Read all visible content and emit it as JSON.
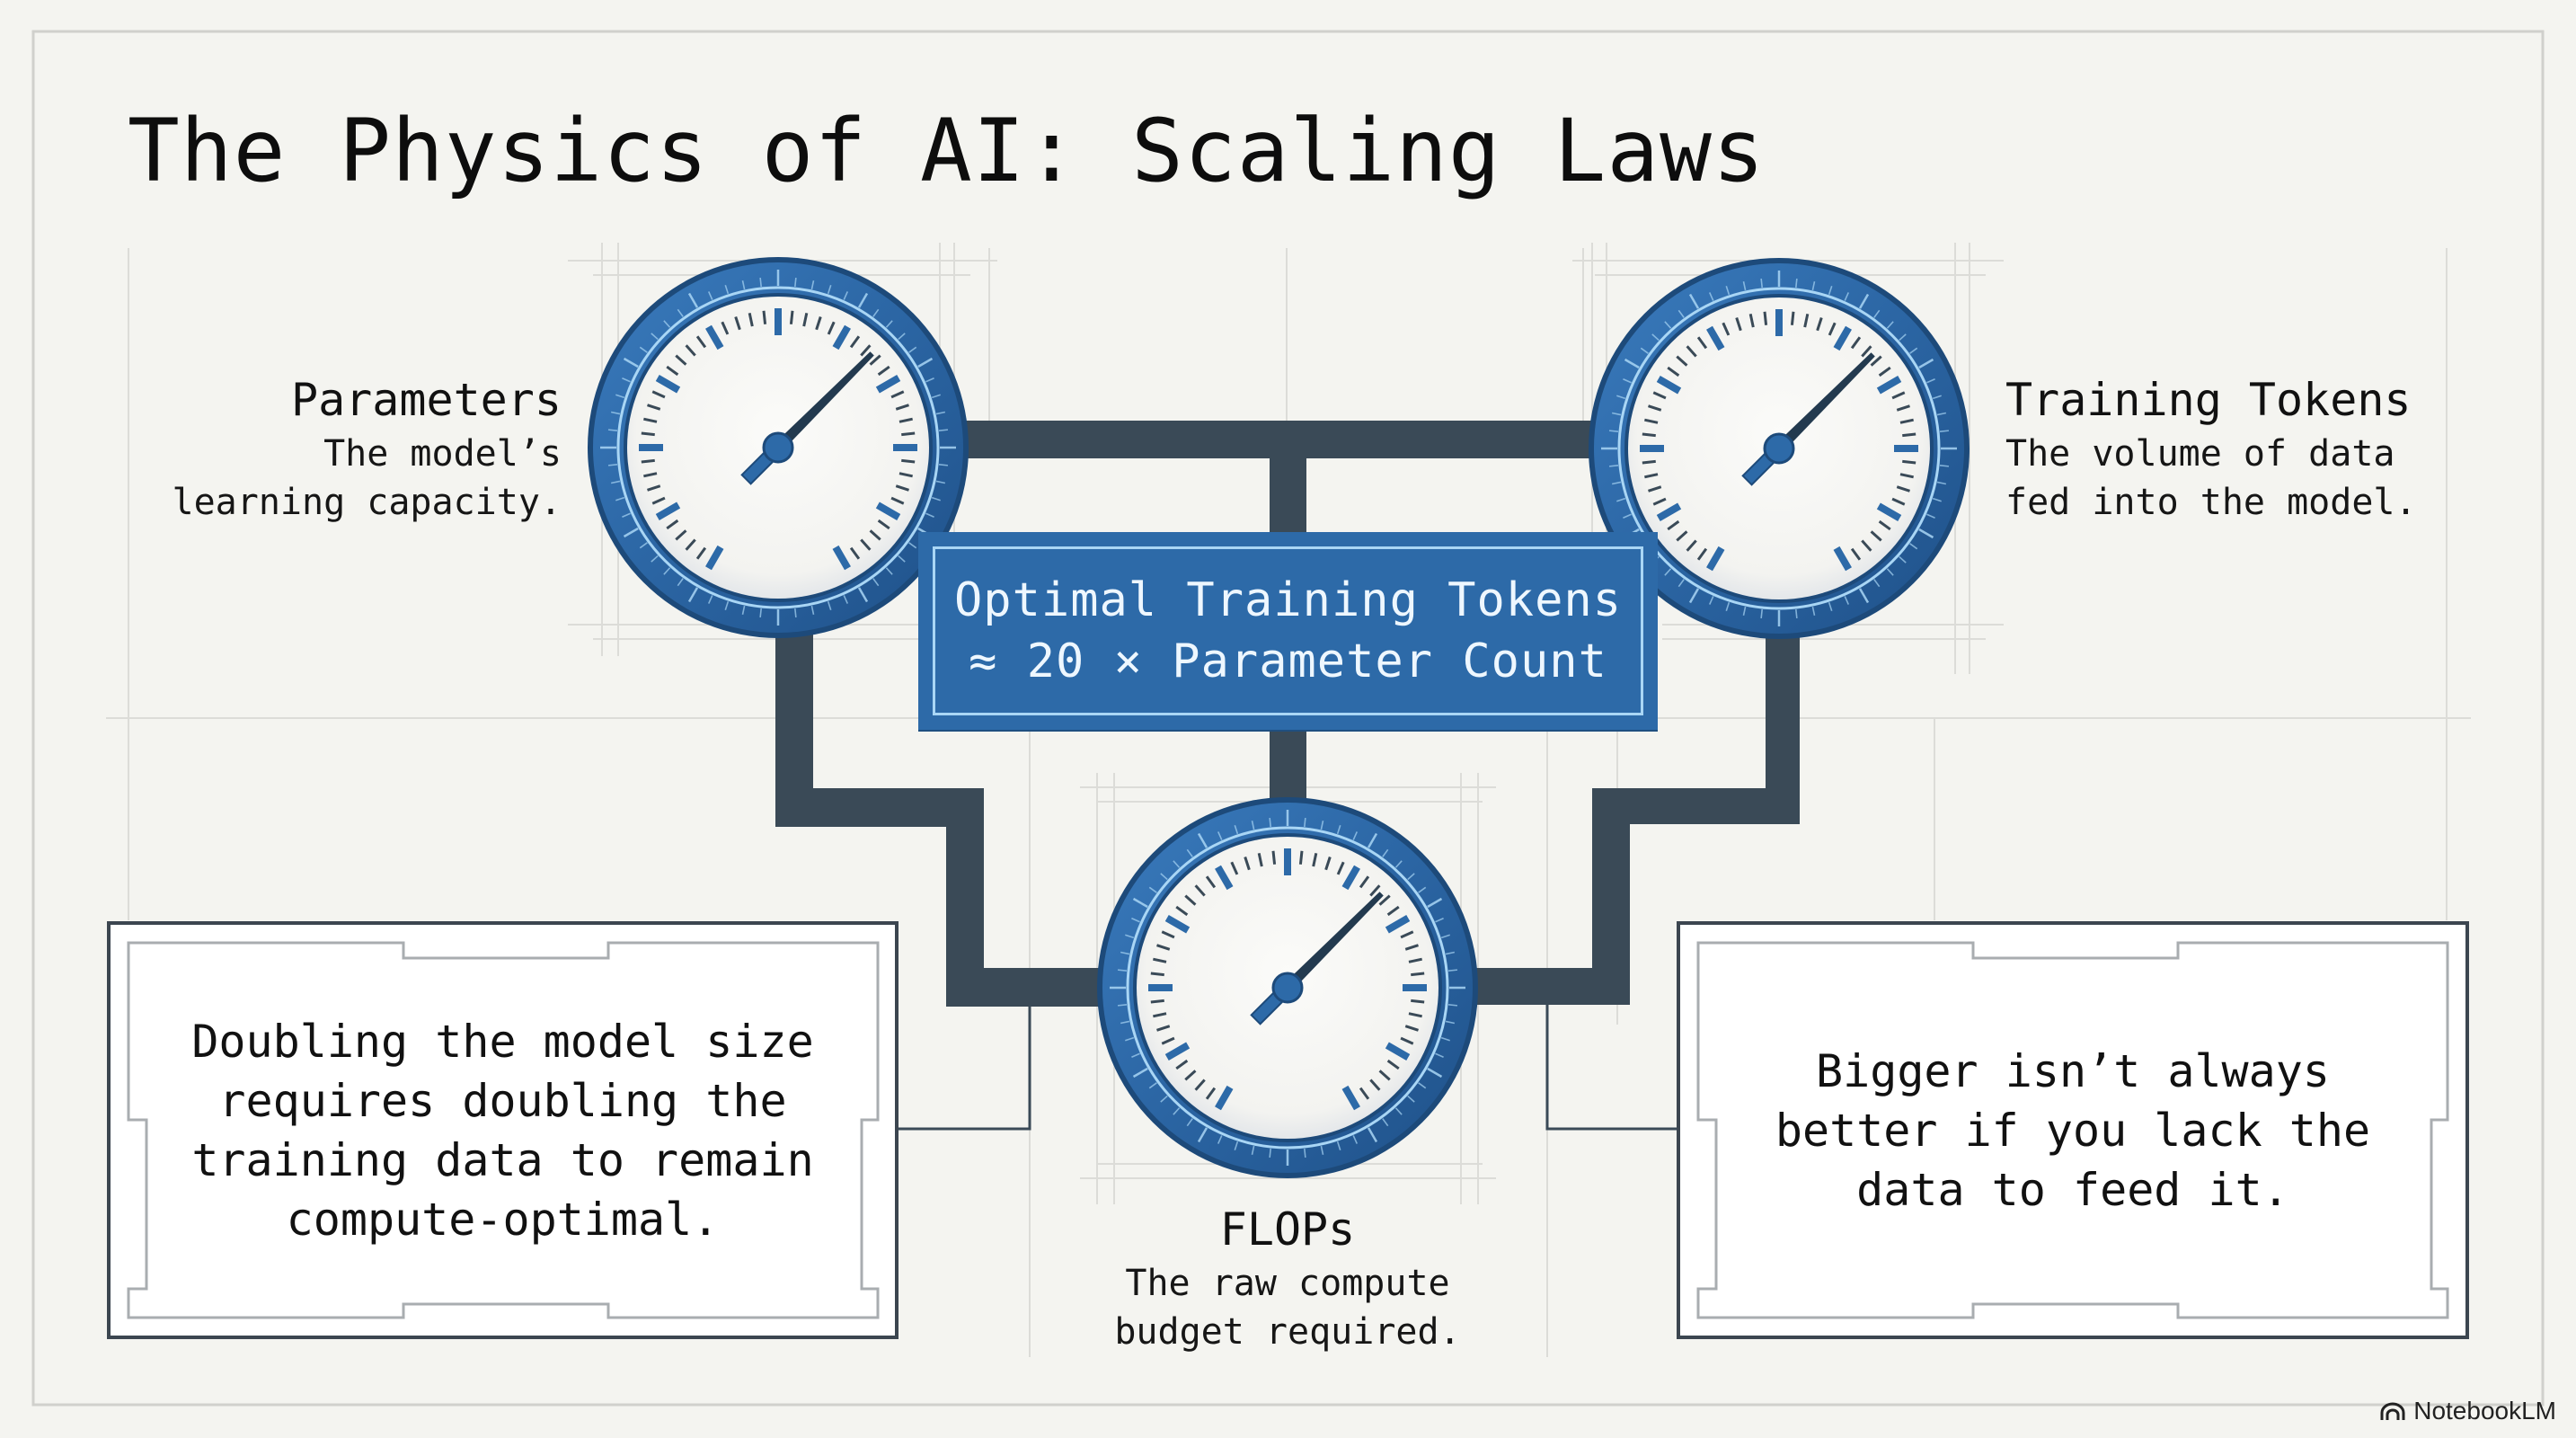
{
  "title": "The Physics of AI: Scaling Laws",
  "colors": {
    "background": "#f4f4f0",
    "grid_line": "#d6d6d2",
    "pipe": "#3a4a57",
    "gauge_blue": "#2d6aa8",
    "gauge_dark": "#1d4a7a",
    "gauge_light": "#a9d6f5",
    "gauge_face": "#f6f6f3",
    "box_border": "#3c4650"
  },
  "gauges": [
    {
      "id": "parameters",
      "icon": "gauge-icon",
      "title": "Parameters",
      "description_lines": [
        "The model’s",
        "learning capacity."
      ]
    },
    {
      "id": "training_tokens",
      "icon": "gauge-icon",
      "title": "Training Tokens",
      "description_lines": [
        "The volume of data",
        "fed into the model."
      ]
    },
    {
      "id": "flops",
      "icon": "gauge-icon",
      "title": "FLOPs",
      "description_lines": [
        "The raw compute",
        "budget required."
      ]
    }
  ],
  "formula": {
    "line1": "Optimal Training Tokens",
    "line2": "≈ 20 × Parameter Count"
  },
  "notes": [
    {
      "id": "left",
      "lines": [
        "Doubling the model size",
        "requires doubling the",
        "training data to remain",
        "compute-optimal."
      ]
    },
    {
      "id": "right",
      "lines": [
        "Bigger isn’t always",
        "better if you lack the",
        "data to feed it."
      ]
    }
  ],
  "watermark": {
    "icon": "notebooklm-logo-icon",
    "text": "NotebookLM"
  }
}
